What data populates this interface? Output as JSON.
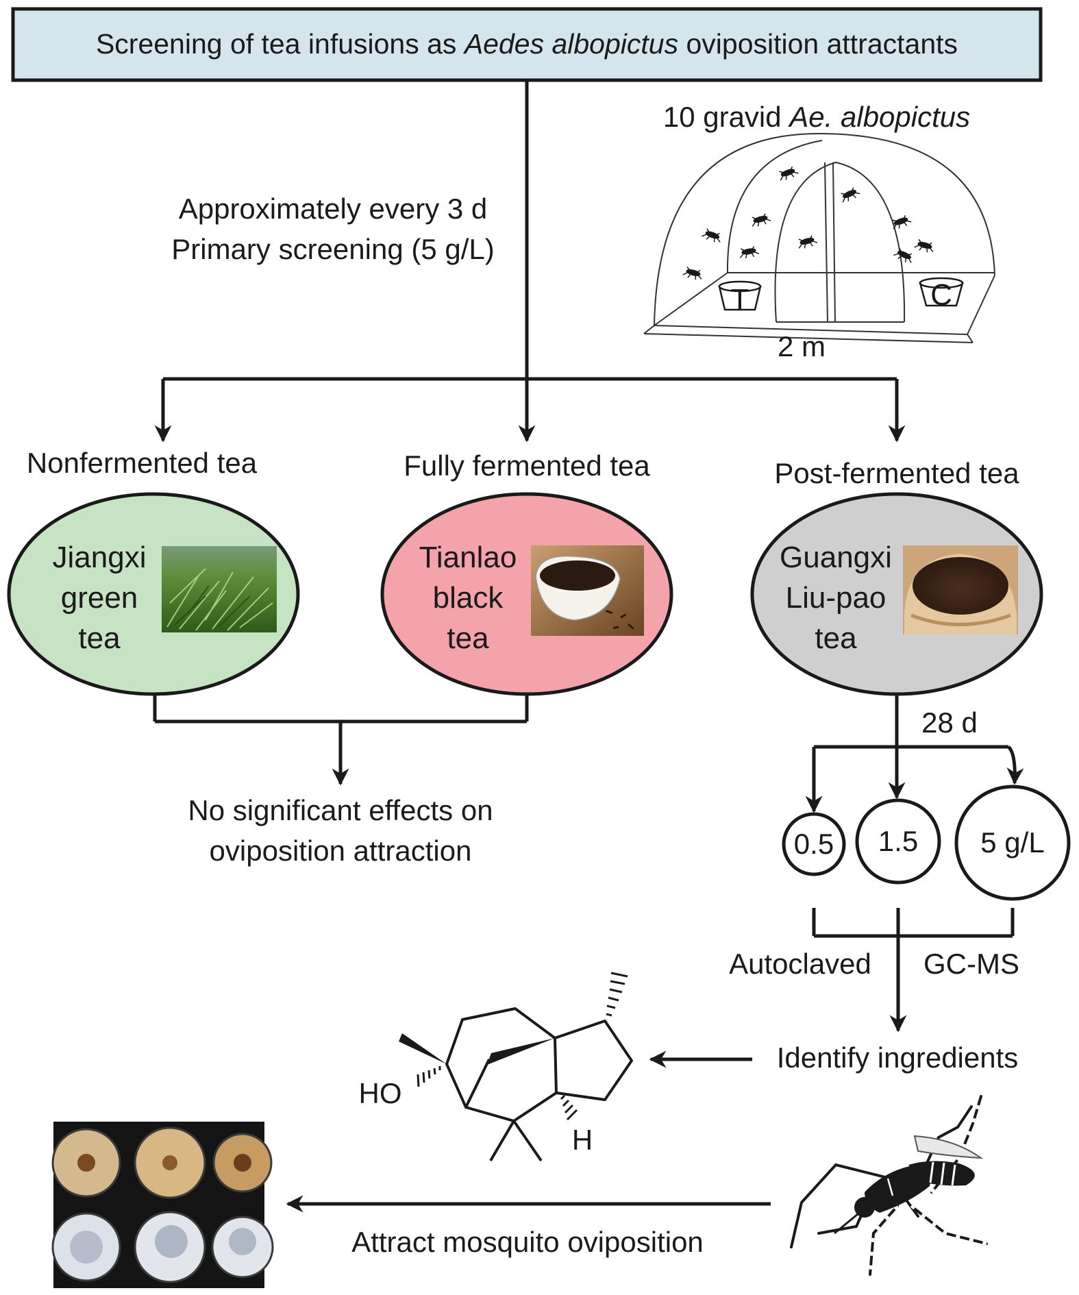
{
  "title": {
    "prefix": "Screening of tea infusions as ",
    "species": "Aedes albopictus",
    "suffix": " oviposition attractants"
  },
  "cage": {
    "label_prefix": "10 gravid ",
    "label_species": "Ae. albopictus",
    "treatment_cup": "T",
    "control_cup": "C",
    "size_label": "2 m"
  },
  "screening": {
    "line1": "Approximately every 3 d",
    "line2": "Primary screening (5 g/L)"
  },
  "categories": [
    {
      "label": "Nonfermented tea",
      "tea_lines": [
        "Jiangxi",
        "green",
        "tea"
      ],
      "fill": "#c6e3c3"
    },
    {
      "label": "Fully fermented tea",
      "tea_lines": [
        "Tianlao",
        "black",
        "tea"
      ],
      "fill": "#f4a3ab"
    },
    {
      "label": "Post-fermented tea",
      "tea_lines": [
        "Guangxi",
        "Liu-pao",
        "tea"
      ],
      "fill": "#cfcfcf"
    }
  ],
  "no_effect": {
    "line1": "No significant effects on",
    "line2": "oviposition attraction"
  },
  "duration": "28 d",
  "concentrations": [
    "0.5",
    "1.5",
    "5 g/L"
  ],
  "process": {
    "left": "Autoclaved",
    "right": "GC-MS"
  },
  "identify": "Identify ingredients",
  "molecule": {
    "ho_label": "HO",
    "h_label": "H"
  },
  "attract": "Attract mosquito oviposition",
  "colors": {
    "title_box": "#d4e5ee",
    "line": "#1a1a1a"
  }
}
